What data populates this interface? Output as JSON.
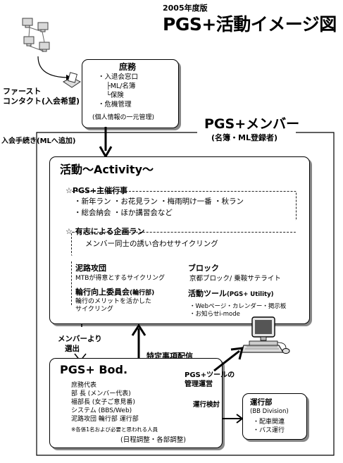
{
  "header": {
    "year": "2005年度版",
    "title": "PGS+活動イメージ図"
  },
  "first_contact": {
    "label_line1": "ファースト",
    "label_line2": "コンタクト(入会希望)"
  },
  "secretariat": {
    "title": "庶務",
    "items": [
      "・入退会窓口",
      "├ML/名簿",
      "└保険",
      "・危機管理"
    ],
    "note": "(個人情報の一元管理)"
  },
  "member": {
    "title": "PGS+メンバー",
    "subtitle": "(名簿・ML登録者)"
  },
  "enroll_label": "入会手続き(MLへ追加)",
  "activity": {
    "title": "活動～Activity～",
    "main_events": {
      "title": "☆PGS+主催行事",
      "lines": [
        "・新年ラン ・お花見ラン ・梅雨明け一番 ・秋ラン",
        "・総会納会 ・ほか講習会など"
      ]
    },
    "volunteer_runs": {
      "title": "☆ 有志による企画ラン",
      "text": "メンバー同士の誘い合わせサイクリング"
    },
    "offroad": {
      "title": "泥路攻団",
      "text": "MTBが得意とするサイクリング"
    },
    "rinko": {
      "title": "輪行向上委員会",
      "title_suffix": "(輪行部)",
      "text1": "輪行のメリットを活かした",
      "text2": "サイクリング"
    },
    "block": {
      "title": "ブロック",
      "text": "京都ブロック/ 乗鞍サテライト"
    },
    "tools": {
      "title": "活動ツール",
      "title_suffix": "(PGS+ Utility)",
      "items": [
        "・Webページ・カレンダー・掲示板",
        "・お知らせi-mode"
      ]
    }
  },
  "member_elect_label": {
    "line1": "メンバーより",
    "line2": "選出"
  },
  "special_notice_label": "特定事項配信",
  "bod": {
    "title": "PGS+ Bod.",
    "items": [
      "庶務代表",
      "部 長 (メンバー代表)",
      "福部長 (女子ご意見番)",
      "システム (BBS/Web)",
      "泥路攻団 輪行部 運行部"
    ],
    "note": "※各係1名および必要と思われる人員",
    "footer": "(日程調整・各部調整)"
  },
  "tool_mgmt_label": {
    "line1": "PGS+ツールの",
    "line2": "管理運営"
  },
  "operation_label": "運行検討",
  "ops": {
    "title": "運行部",
    "subtitle": "(BB Division)",
    "items": [
      "・配車関連",
      "・バス運行"
    ]
  }
}
